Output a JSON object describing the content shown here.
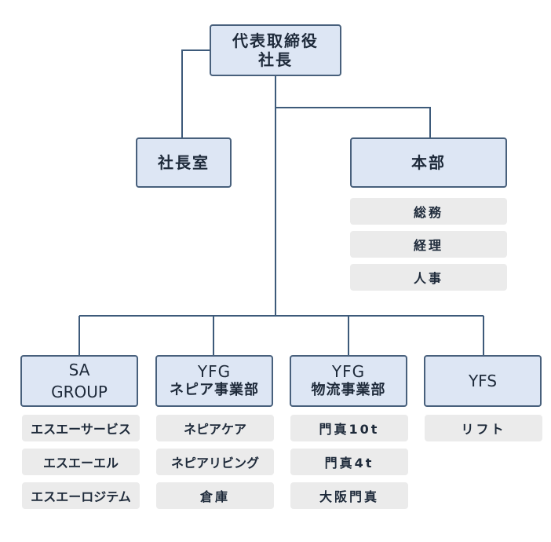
{
  "root": {
    "line1": "代表取締役",
    "line2": "社長"
  },
  "office": {
    "label": "社長室"
  },
  "hq": {
    "label": "本部",
    "departments": [
      "総務",
      "経理",
      "人事"
    ]
  },
  "divisions": [
    {
      "line1": "SA",
      "line2": "GROUP",
      "units": [
        "エスエーサービス",
        "エスエーエル",
        "エスエーロジテム"
      ]
    },
    {
      "line1": "YFG",
      "line2": "ネピア事業部",
      "units": [
        "ネピアケア",
        "ネピアリビング",
        "倉庫"
      ]
    },
    {
      "line1": "YFG",
      "line2": "物流事業部",
      "units": [
        "門真10t",
        "門真4t",
        "大阪門真"
      ]
    },
    {
      "line1": "YFS",
      "line2": "",
      "units": [
        "リフト"
      ]
    }
  ],
  "colors": {
    "box_fill": "#dde6f4",
    "box_border": "#48607c",
    "line": "#3d5a7a",
    "sub_fill": "#ebebeb"
  }
}
